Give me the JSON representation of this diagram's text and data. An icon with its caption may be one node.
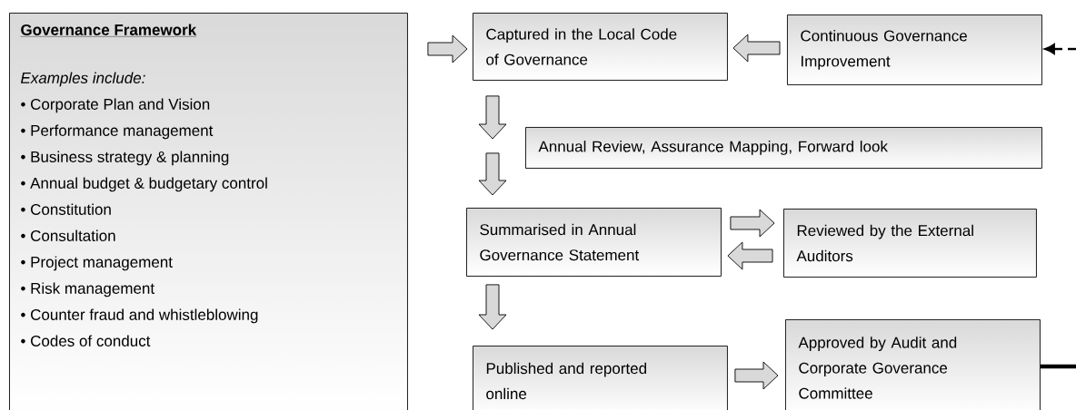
{
  "diagram": {
    "nodes": [
      {
        "text": [
          "Governance Framework",
          "Examples include:",
          "• Corporate Plan and Vision",
          "• Performance management",
          "• Business strategy & planning",
          "• Annual budget & budgetary control",
          "• Constitution",
          "• Consultation",
          "• Project management",
          "• Risk management",
          "• Counter fraud and whistleblowing",
          "• Codes of conduct"
        ]
      },
      {
        "text": [
          "Captured in the Local Code of Governance"
        ]
      },
      {
        "text": [
          "Continuous Governance Improvement"
        ]
      },
      {
        "text": [
          "Annual Review, Assurance Mapping, Forward look"
        ]
      },
      {
        "text": [
          "Summarised in Annual Governance Statement"
        ]
      },
      {
        "text": [
          "Reviewed by the External Auditors"
        ]
      },
      {
        "text": [
          "Published and reported online"
        ]
      },
      {
        "text": [
          "Approved by Audit and Corporate Goverance Committee"
        ]
      }
    ],
    "edges": [
      {
        "from": 0,
        "to": 1,
        "arrow": "to"
      },
      {
        "from": 2,
        "to": 1,
        "arrow": "to"
      },
      {
        "from": 1,
        "to": 3,
        "arrow": "to"
      },
      {
        "from": 3,
        "to": 4,
        "arrow": "to"
      },
      {
        "from": 4,
        "to": 5,
        "arrow": "to"
      },
      {
        "from": 5,
        "to": 4,
        "arrow": "to"
      },
      {
        "from": 4,
        "to": 6,
        "arrow": "to"
      },
      {
        "from": 6,
        "to": 7,
        "arrow": "to"
      },
      {
        "from": null,
        "to": 2,
        "arrow": "to",
        "style": "dashed"
      },
      {
        "from": 7,
        "to": null,
        "arrow": "none",
        "style": "thick"
      }
    ]
  }
}
